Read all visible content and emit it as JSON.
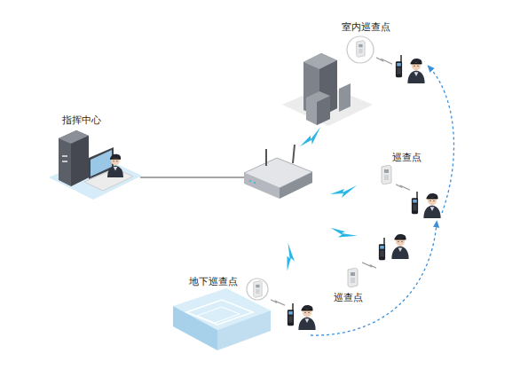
{
  "diagram": {
    "labels": [
      "室内巡查点",
      "指挥中心",
      "巡查点",
      "巡查点",
      "地下巡查点"
    ]
  }
}
